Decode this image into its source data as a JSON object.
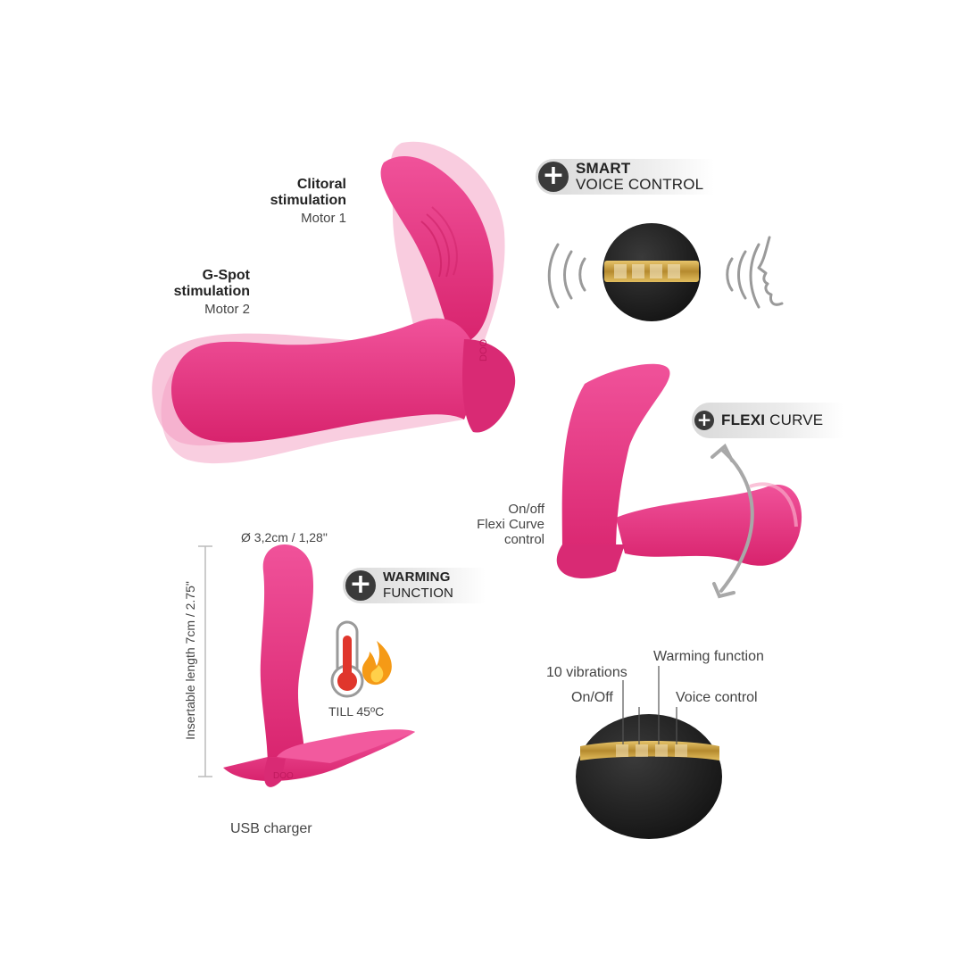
{
  "labels": {
    "clitoral_title": "Clitoral stimulation",
    "clitoral_line1": "Clitoral",
    "clitoral_line2": "stimulation",
    "motor1": "Motor 1",
    "gspot_line1": "G-Spot",
    "gspot_line2": "stimulation",
    "motor2": "Motor 2",
    "onoff_line1": "On/off",
    "onoff_line2": "Flexi Curve",
    "onoff_line3": "control",
    "diameter": "Ø 3,2cm / 1,28\"",
    "insertable_length": "Insertable length 7cm / 2.75\"",
    "temperature": "TILL 45ºC",
    "usb_charger": "USB charger",
    "vibrations": "10 vibrations",
    "warming_function": "Warming function",
    "on_off": "On/Off",
    "voice_control": "Voice control"
  },
  "badges": {
    "smart_voice": {
      "bold": "SMART",
      "normal": "VOICE CONTROL"
    },
    "flexi_curve": {
      "bold": "FLEXI",
      "normal": "CURVE"
    },
    "warming": {
      "bold": "WARMING",
      "normal": "FUNCTION"
    }
  },
  "icons": [
    "plus-icon",
    "sound-waves-icon",
    "face-profile-icon",
    "thermometer-icon",
    "flame-icon",
    "curved-arrow-icon"
  ],
  "colors": {
    "product_pink": "#e8327e",
    "remote_black": "#1e1e1e",
    "gold_band": "#c9a34a",
    "badge_gray": "#e3e3e3"
  }
}
